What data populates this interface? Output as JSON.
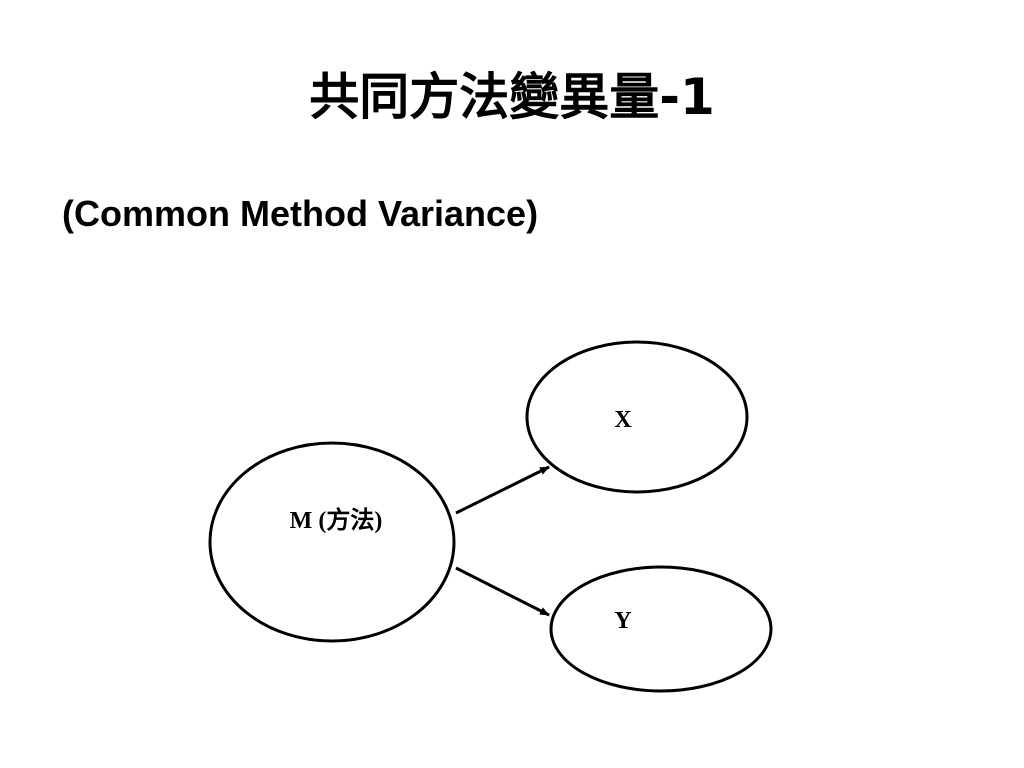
{
  "slide": {
    "title": "共同方法變異量-1",
    "subtitle": "(Common Method Variance)"
  },
  "diagram": {
    "nodes": {
      "m": {
        "label": "M (方法)"
      },
      "x": {
        "label": "X"
      },
      "y": {
        "label": "Y"
      }
    },
    "edges": [
      {
        "from": "m",
        "to": "x"
      },
      {
        "from": "m",
        "to": "y"
      }
    ],
    "colors": {
      "stroke": "#000000",
      "fill": "#ffffff",
      "text": "#000000"
    }
  }
}
